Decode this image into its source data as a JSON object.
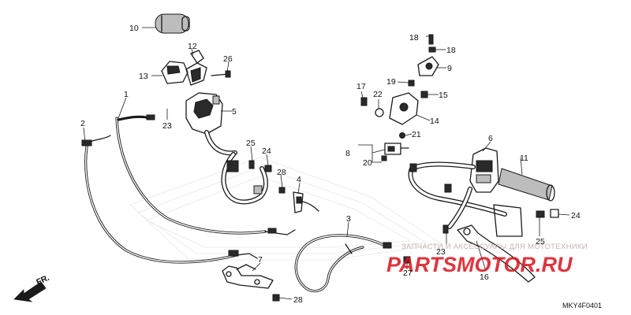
{
  "diagram": {
    "callouts": {
      "c1": "1",
      "c2": "2",
      "c3": "3",
      "c4": "4",
      "c5": "5",
      "c6": "6",
      "c7": "7",
      "c8": "8",
      "c9": "9",
      "c10": "10",
      "c11": "11",
      "c12": "12",
      "c13": "13",
      "c14": "14",
      "c15": "15",
      "c16": "16",
      "c17": "17",
      "c18a": "18",
      "c18b": "18",
      "c19": "19",
      "c20": "20",
      "c21": "21",
      "c22": "22",
      "c23a": "23",
      "c23b": "23",
      "c24a": "24",
      "c24b": "24",
      "c25a": "25",
      "c25b": "25",
      "c26": "26",
      "c27": "27",
      "c28a": "28",
      "c28b": "28"
    },
    "direction_label": "FR.",
    "diagram_code": "MKY4F0401"
  },
  "watermark": {
    "caption": "ЗАПЧАСТИ И АКСЕССУАРЫ ДЛЯ МОТОТЕХНИКИ",
    "brand": "PARTSMOTOR.RU"
  },
  "colors": {
    "line": "#1a1a1a",
    "watermark_red": "#d8141e",
    "watermark_caption": "#c9b2b2"
  }
}
